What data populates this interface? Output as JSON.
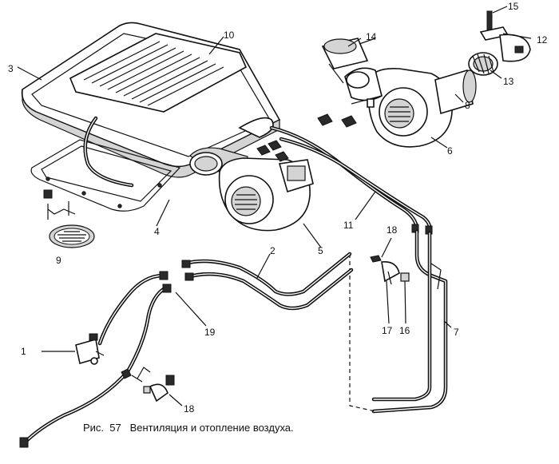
{
  "figure": {
    "caption": "Рис.  57   Вентиляция и отопление воздуха."
  },
  "callouts": [
    {
      "id": "1",
      "text": "1"
    },
    {
      "id": "2",
      "text": "2"
    },
    {
      "id": "3",
      "text": "3"
    },
    {
      "id": "4",
      "text": "4"
    },
    {
      "id": "5",
      "text": "5"
    },
    {
      "id": "6",
      "text": "6"
    },
    {
      "id": "7",
      "text": "7"
    },
    {
      "id": "8",
      "text": "8"
    },
    {
      "id": "9",
      "text": "9"
    },
    {
      "id": "10",
      "text": "10"
    },
    {
      "id": "11",
      "text": "11"
    },
    {
      "id": "12",
      "text": "12"
    },
    {
      "id": "13",
      "text": "13"
    },
    {
      "id": "14",
      "text": "14"
    },
    {
      "id": "15",
      "text": "15"
    },
    {
      "id": "16",
      "text": "16"
    },
    {
      "id": "17",
      "text": "17"
    },
    {
      "id": "18a",
      "text": "18"
    },
    {
      "id": "18b",
      "text": "18"
    },
    {
      "id": "19",
      "text": "19"
    }
  ]
}
